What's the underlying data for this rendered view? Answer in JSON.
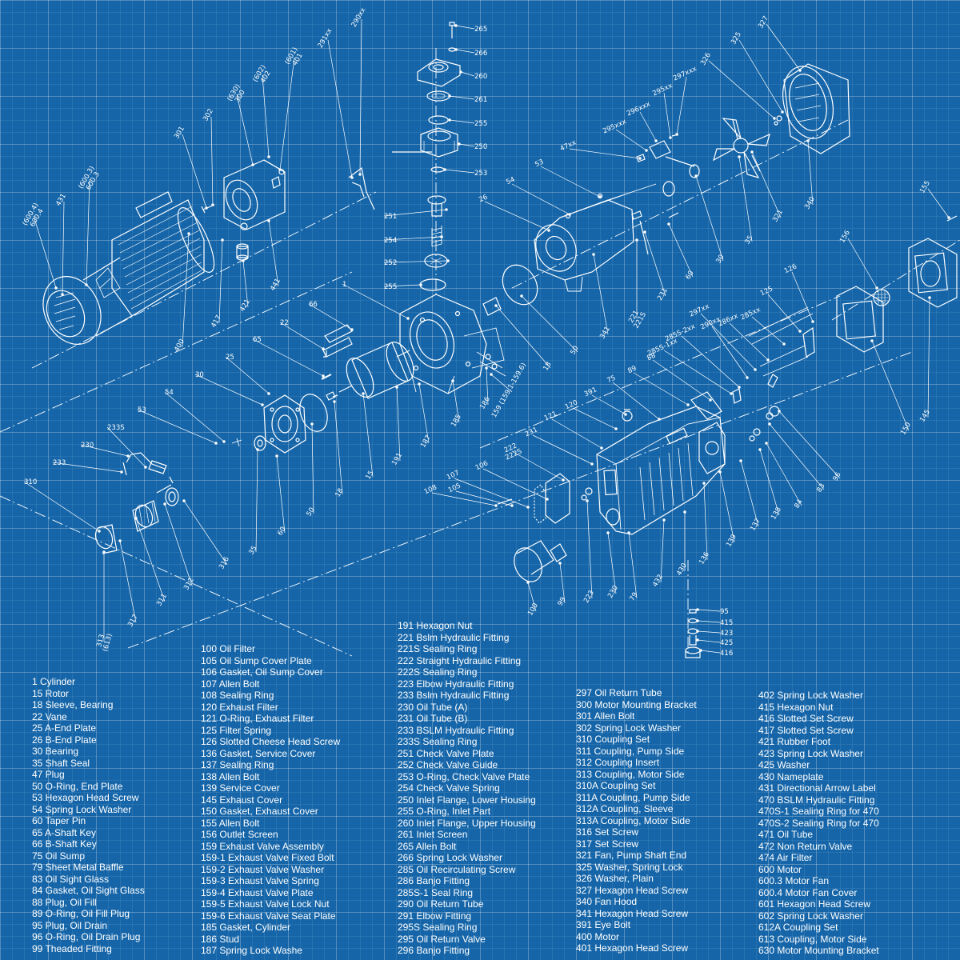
{
  "legend": {
    "column_1": [
      "1 Cylinder",
      "15 Rotor",
      "18 Sleeve, Bearing",
      "22 Vane",
      "25 A-End Plate",
      "26 B-End Plate",
      "30 Bearing",
      "35 Shaft Seal",
      "47 Plug",
      "50 O-Ring, End Plate",
      "53 Hexagon Head Screw",
      "54 Spring Lock Washer",
      "60 Taper Pin",
      "65 A-Shaft Key",
      "66 B-Shaft Key",
      "75 Oil Sump",
      "79 Sheet Metal Baffle",
      "83 Oil Sight Glass",
      "84 Gasket, Oil Sight Glass",
      "88 Plug, Oil Fill",
      "89 O-Ring, Oil Fill Plug",
      "95 Plug, Oil Drain",
      "96 O-Ring, Oil Drain Plug",
      "99 Theaded Fitting"
    ],
    "column_2": [
      "100 Oil Filter",
      "105 Oil Sump Cover Plate",
      "106 Gasket, Oil Sump Cover",
      "107 Allen Bolt",
      "108 Sealing Ring",
      "120 Exhaust Filter",
      "121 O-Ring, Exhaust Filter",
      "125 Filter Spring",
      "126 Slotted Cheese Head Screw",
      "136 Gasket, Service Cover",
      "137 Sealing Ring",
      "138 Allen Bolt",
      "139 Service Cover",
      "145 Exhaust Cover",
      "150 Gasket, Exhaust Cover",
      "155 Allen Bolt",
      "156 Outlet Screen",
      "159 Exhaust Valve Assembly",
      "159-1 Exhaust Valve Fixed Bolt",
      "159-2 Exhaust Valve Washer",
      "159-3 Exhaust Valve Spring",
      "159-4 Exhaust Valve Plate",
      "159-5 Exhaust Valve Lock Nut",
      "159-6 Exhaust Valve Seat Plate",
      "185 Gasket, Cylinder",
      "186 Stud",
      "187 Spring Lock Washe"
    ],
    "column_3": [
      "191 Hexagon Nut",
      "221 Bslm Hydraulic Fitting",
      "221S Sealing Ring",
      "222 Straight Hydraulic Fitting",
      "222S Sealing Ring",
      "223 Elbow Hydraulic Fitting",
      "233 Bslm Hydraulic Fitting",
      "230 Oil Tube (A)",
      "231 Oil Tube (B)",
      "233 BSLM Hydraulic Fitting",
      "233S Sealing Ring",
      "251 Check Valve Plate",
      "252 Check Valve Guide",
      "253 O-Ring, Check Valve Plate",
      "254 Check Valve Spring",
      "250 Inlet Flange, Lower Housing",
      "255 O-Ring, Inlet Part",
      "260 Inlet Flange, Upper Housing",
      "261 Inlet Screen",
      "265 Allen Bolt",
      "266 Spring Lock Washer",
      "285 Oil Recirculating Screw",
      "286 Banjo Fitting",
      "285S-1 Seal Ring",
      "290 Oil Return Tube",
      "291 Elbow Fitting",
      "295S Sealing Ring",
      "295 Oil Return Valve",
      "296 Banjo Fitting"
    ],
    "column_4": [
      "297 Oil Return Tube",
      "300 Motor Mounting Bracket",
      "301 Allen Bolt",
      "302 Spring Lock Washer",
      "310 Coupling Set",
      "311 Coupling, Pump Side",
      "312 Coupling Insert",
      "313 Coupling, Motor Side",
      "310A Coupling Set",
      "311A Coupling, Pump Side",
      "312A Coupling, Sleeve",
      "313A Coupling, Motor Side",
      "316 Set Screw",
      "317 Set Screw",
      "321 Fan, Pump Shaft End",
      "325 Washer, Spring Lock",
      "326 Washer, Plain",
      "327 Hexagon Head Screw",
      "340 Fan Hood",
      "341 Hexagon Head Screw",
      "391 Eye Bolt",
      "400 Motor",
      "401 Hexagon Head Screw"
    ],
    "column_5": [
      "402 Spring Lock Washer",
      "415 Hexagon Nut",
      "416 Slotted Set Screw",
      "417 Slotted Set Screw",
      "421 Rubber Foot",
      "423 Spring Lock Washer",
      "425 Washer",
      "430 Nameplate",
      "431 Directional Arrow Label",
      "470 BSLM Hydraulic Fitting",
      "470S-1 Sealing Ring for 470",
      "470S-2 Sealing Ring for 470",
      "471 Oil Tube",
      "472 Non Return Valve",
      "474 Air Filter",
      "600 Motor",
      "600.3 Motor Fan",
      "600.4 Motor Fan Cover",
      "601 Hexagon Head Screw",
      "602 Spring Lock Washer",
      "612A Coupling Set",
      "613 Coupling, Motor Side",
      "630 Motor Mounting Bracket"
    ]
  },
  "callouts": [
    "265",
    "266",
    "260",
    "261",
    "255",
    "250",
    "253",
    "251",
    "254",
    "252",
    "255",
    "1",
    "66",
    "22",
    "65",
    "25",
    "30",
    "54",
    "53",
    "233S",
    "230",
    "233",
    "310",
    "316",
    "311",
    "312",
    "317",
    "313\n(613)",
    "35",
    "60",
    "50",
    "18",
    "15",
    "191",
    "187",
    "185",
    "186",
    "159 (159.1-159.6)",
    "18",
    "50",
    "341",
    "221\n221S",
    "231",
    "60",
    "30",
    "35",
    "321",
    "340",
    "326",
    "325",
    "327",
    "295xxx",
    "296xxx",
    "295xx",
    "297xxx",
    "47xx",
    "53",
    "54",
    "26",
    "302",
    "301",
    "(630)\n300",
    "(602)\n402",
    "(601)\n401",
    "291xx",
    "290xx",
    "(600.3)\n600.3",
    "(600.4)\n600.4",
    "431",
    "417",
    "421",
    "441",
    "400",
    "155",
    "156",
    "145",
    "150",
    "126",
    "125",
    "285xx",
    "286xx",
    "297xx",
    "290xx",
    "285S-2xx",
    "285S-1xx",
    "88",
    "89",
    "75",
    "391",
    "120",
    "121",
    "231",
    "222\n222S",
    "106",
    "105",
    "108",
    "107",
    "100",
    "99",
    "223",
    "230",
    "79",
    "432",
    "430",
    "136",
    "139",
    "137",
    "138",
    "84",
    "83",
    "96",
    "95",
    "415",
    "423",
    "425",
    "416",
    "421"
  ],
  "colors": {
    "background": "#1565a8",
    "lines": "#ffffff",
    "grid": "#ffffff"
  }
}
